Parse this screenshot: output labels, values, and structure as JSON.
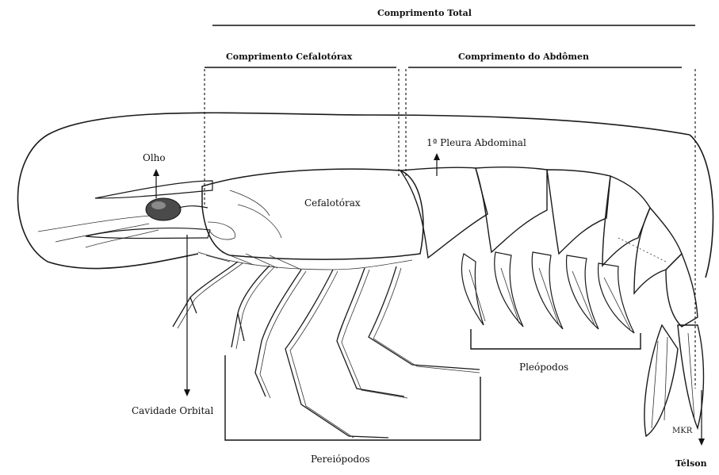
{
  "labels": {
    "total_length": "Comprimento Total",
    "cephalothorax_length": "Comprimento Cefalotórax",
    "abdomen_length": "Comprimento do Abdômen",
    "first_pleura": "1ª Pleura Abdominal",
    "eye": "Olho",
    "cephalothorax": "Cefalotórax",
    "pleopods": "Pleópodos",
    "orbital_cavity": "Cavidade Orbital",
    "pereiopods": "Pereiópodos",
    "telson": "Télson",
    "signature": "MKR"
  }
}
